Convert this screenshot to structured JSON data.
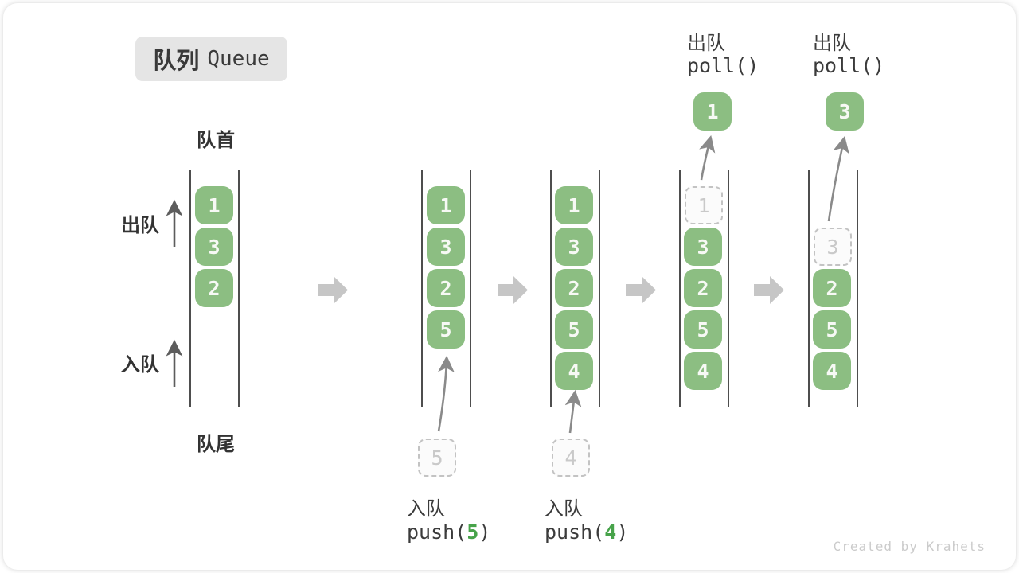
{
  "title": {
    "zh": "队列",
    "en": "Queue"
  },
  "labels": {
    "front": "队首",
    "rear": "队尾",
    "dequeue_side": "出队",
    "enqueue_side": "入队"
  },
  "ops": {
    "push5": {
      "zh": "入队",
      "pre": "push(",
      "arg": "5",
      "post": ")"
    },
    "push4": {
      "zh": "入队",
      "pre": "push(",
      "arg": "4",
      "post": ")"
    },
    "poll1": {
      "zh": "出队",
      "code": "poll()"
    },
    "poll3": {
      "zh": "出队",
      "code": "poll()"
    }
  },
  "states": [
    {
      "name": "initial",
      "boxes": [
        "1",
        "3",
        "2"
      ]
    },
    {
      "name": "after-push-5",
      "boxes": [
        "1",
        "3",
        "2",
        "5"
      ],
      "incoming": "5"
    },
    {
      "name": "after-push-4",
      "boxes": [
        "1",
        "3",
        "2",
        "5",
        "4"
      ],
      "incoming": "4"
    },
    {
      "name": "after-poll-1",
      "ghost": "1",
      "boxes": [
        "3",
        "2",
        "5",
        "4"
      ],
      "popped": "1"
    },
    {
      "name": "after-poll-3",
      "ghost": "3",
      "boxes": [
        "2",
        "5",
        "4"
      ],
      "popped": "3"
    }
  ],
  "watermark": "Created by Krahets",
  "colors": {
    "box_green": "#8cbe82",
    "arg_green": "#47a34a",
    "block_arrow_gray": "#c6c6c6",
    "ghost_border": "#c3c3c3",
    "text_dark": "#3b3b3b",
    "badge_bg": "#e5e5e5",
    "watermark_gray": "#cbcbcb"
  }
}
